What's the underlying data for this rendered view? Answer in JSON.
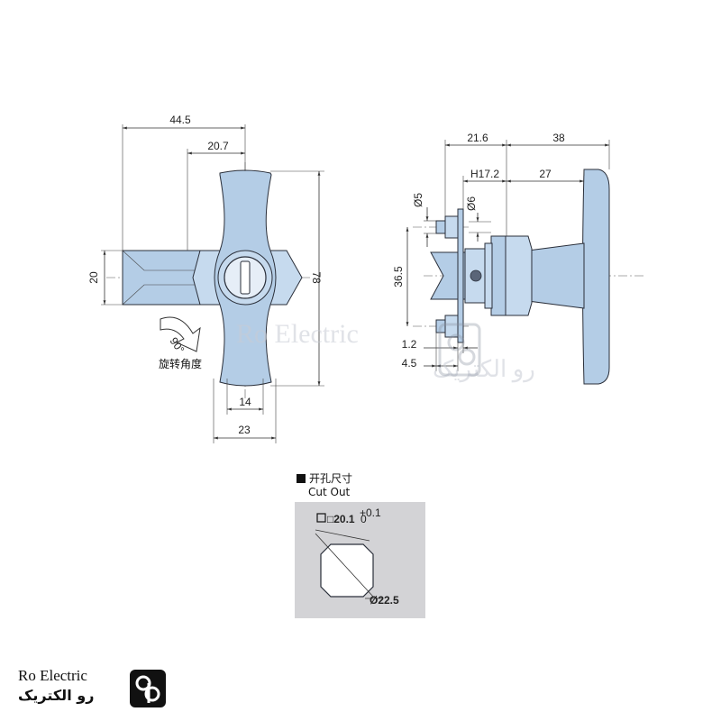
{
  "front_view": {
    "dim_width_total": "44.5",
    "dim_center_offset": "20.7",
    "dim_stem_height": "20",
    "dim_height": "78",
    "dim_neck_width": "14",
    "dim_base_width": "23",
    "rotation_angle": "90°",
    "rotation_label": "旋转角度"
  },
  "side_view": {
    "dim_body_length": "21.6",
    "dim_handle_length": "38",
    "dim_thread": "H17.2",
    "dim_handle_reach": "27",
    "dim_pin_diameter": "Ø5",
    "dim_bore_diameter": "Ø6",
    "dim_pin_spacing": "36.5",
    "dim_plate_thickness": "1.2",
    "dim_offset": "4.5"
  },
  "cutout": {
    "title_cn": "开孔尺寸",
    "title_en": "Cut Out",
    "square_size": "□20.1",
    "square_tol_upper": "+0.1",
    "square_tol_lower": "0",
    "diameter": "Ø22.5"
  },
  "watermark": {
    "text_en": "Ro Electric",
    "text_fa": "رو الکتریک"
  },
  "brand": {
    "name_en": "Ro Electric",
    "name_fa": "رو الکتریک"
  },
  "colors": {
    "part_fill": "#b4cde6",
    "cutout_bg": "#d3d3d6"
  }
}
